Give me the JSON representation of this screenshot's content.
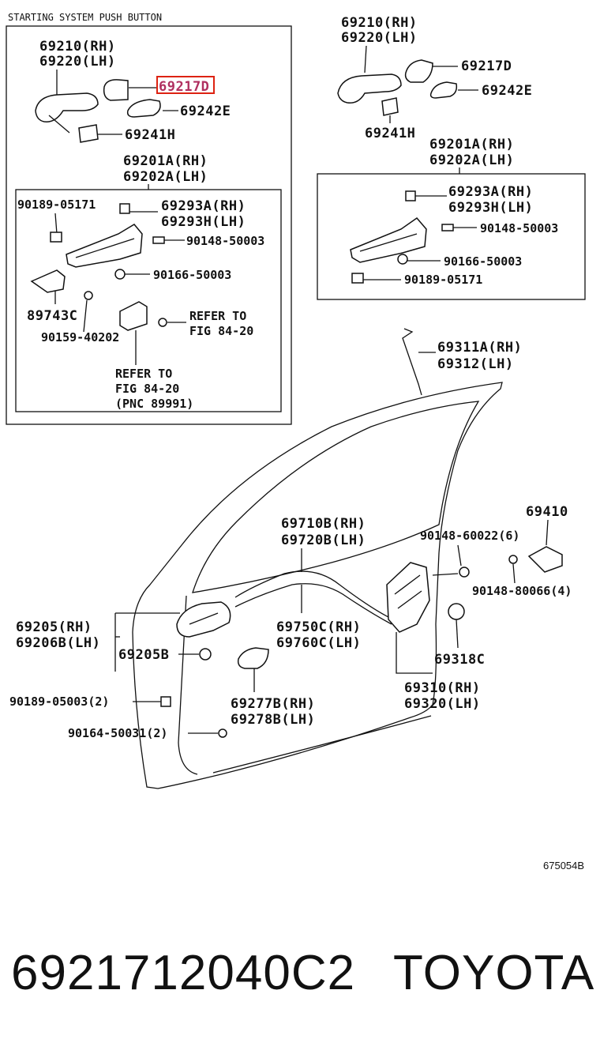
{
  "header": {
    "inset_title": "STARTING SYSTEM PUSH BUTTON"
  },
  "labels": {
    "inset_handle_rh": "69210(RH)",
    "inset_handle_lh": "69220(LH)",
    "inset_69217d": "69217D",
    "inset_69242e": "69242E",
    "inset_69241h": "69241H",
    "inset_frame_rh": "69201A(RH)",
    "inset_frame_lh": "69202A(LH)",
    "inset_90189": "90189-05171",
    "inset_69293a": "69293A(RH)",
    "inset_69293h": "69293H(LH)",
    "inset_90148": "90148-50003",
    "inset_90166": "90166-50003",
    "inset_89743c": "89743C",
    "inset_90159": "90159-40202",
    "inset_refer1_a": "REFER TO",
    "inset_refer1_b": "FIG 84-20",
    "inset_refer2_a": "REFER TO",
    "inset_refer2_b": "FIG 84-20",
    "inset_refer2_c": "(PNC 89991)",
    "right_handle_rh": "69210(RH)",
    "right_handle_lh": "69220(LH)",
    "right_69217d": "69217D",
    "right_69242e": "69242E",
    "right_69241h": "69241H",
    "right_frame_rh": "69201A(RH)",
    "right_frame_lh": "69202A(LH)",
    "right_69293a": "69293A(RH)",
    "right_69293h": "69293H(LH)",
    "right_90148": "90148-50003",
    "right_90166": "90166-50003",
    "right_90189": "90189-05171",
    "rod_rh": "69311A(RH)",
    "rod_lh": "69312(LH)",
    "cable_rh": "69710B(RH)",
    "cable_lh": "69720B(LH)",
    "striker": "69410",
    "screw_60022": "90148-60022(6)",
    "screw_80066": "90148-80066(4)",
    "inner_handle_rh": "69205(RH)",
    "inner_handle_lh": "69206B(LH)",
    "inner_69205b": "69205B",
    "cable2_rh": "69750C(RH)",
    "cable2_lh": "69760C(LH)",
    "cover_69318c": "69318C",
    "lock_rh": "69310(RH)",
    "lock_lh": "69320(LH)",
    "clip_90189": "90189-05003(2)",
    "cover_rh": "69277B(RH)",
    "cover_lh": "69278B(LH)",
    "screw_90164": "90164-50031(2)"
  },
  "figure_code": "675054B",
  "footer": {
    "part_number": "6921712040C2",
    "brand": "TOYOTA"
  },
  "colors": {
    "highlight": "#d21f1f",
    "line": "#111111"
  }
}
